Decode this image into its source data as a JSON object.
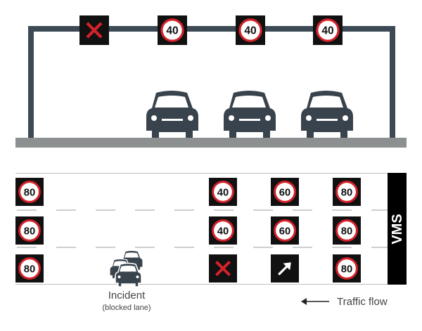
{
  "gantry_signs": [
    {
      "type": "cross"
    },
    {
      "type": "speed",
      "value": "40"
    },
    {
      "type": "speed",
      "value": "40"
    },
    {
      "type": "speed",
      "value": "40"
    }
  ],
  "lane_signs": [
    [
      {
        "type": "speed",
        "value": "80"
      },
      {
        "type": "speed",
        "value": "40"
      },
      {
        "type": "speed",
        "value": "60"
      },
      {
        "type": "speed",
        "value": "80"
      }
    ],
    [
      {
        "type": "speed",
        "value": "80"
      },
      {
        "type": "speed",
        "value": "40"
      },
      {
        "type": "speed",
        "value": "60"
      },
      {
        "type": "speed",
        "value": "80"
      }
    ],
    [
      {
        "type": "speed",
        "value": "80"
      },
      {
        "type": "cross"
      },
      {
        "type": "arrow"
      },
      {
        "type": "speed",
        "value": "80"
      }
    ]
  ],
  "vms_label": "VMS",
  "incident": {
    "title": "Incident",
    "subtitle": "(blocked lane)"
  },
  "traffic_flow_label": "Traffic flow",
  "colors": {
    "structure": "#3d4a55",
    "car": "#39434d",
    "road": "#8c9090",
    "sign_bg": "#111111",
    "ring": "#d3222a",
    "cross": "#d3222a",
    "lane_line": "#bdbdbd",
    "vms_bar": "#000000"
  }
}
